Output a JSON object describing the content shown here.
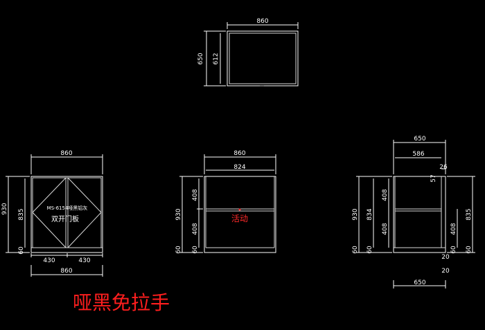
{
  "title": "哑黑免拉手",
  "top_view": {
    "width": "860",
    "depth_outer": "650",
    "depth_inner": "612"
  },
  "front_view": {
    "width_top": "860",
    "height_outer": "930",
    "height_inner": "835",
    "base": "60",
    "half_left": "430",
    "half_right": "430",
    "width_bottom": "860",
    "model": "MS-6154哑黑铝灰",
    "door_type": "双开门板"
  },
  "inner_view": {
    "width_outer": "860",
    "width_inner": "824",
    "height_outer": "930",
    "shelf_upper": "408",
    "shelf_lower": "408",
    "base_a": "60",
    "base_b": "60",
    "shelf_label": "活动"
  },
  "side_view": {
    "depth_outer": "650",
    "depth_inner": "586",
    "offset_top": "26",
    "offset_small": "57",
    "height_outer": "930",
    "height_inner_a": "834",
    "height_inner_b": "835",
    "shelf_upper": "408",
    "shelf_lower": "408",
    "base_a": "60",
    "base_b": "60",
    "base_c": "60",
    "small_a": "20",
    "small_b": "20",
    "depth_bottom": "650"
  }
}
